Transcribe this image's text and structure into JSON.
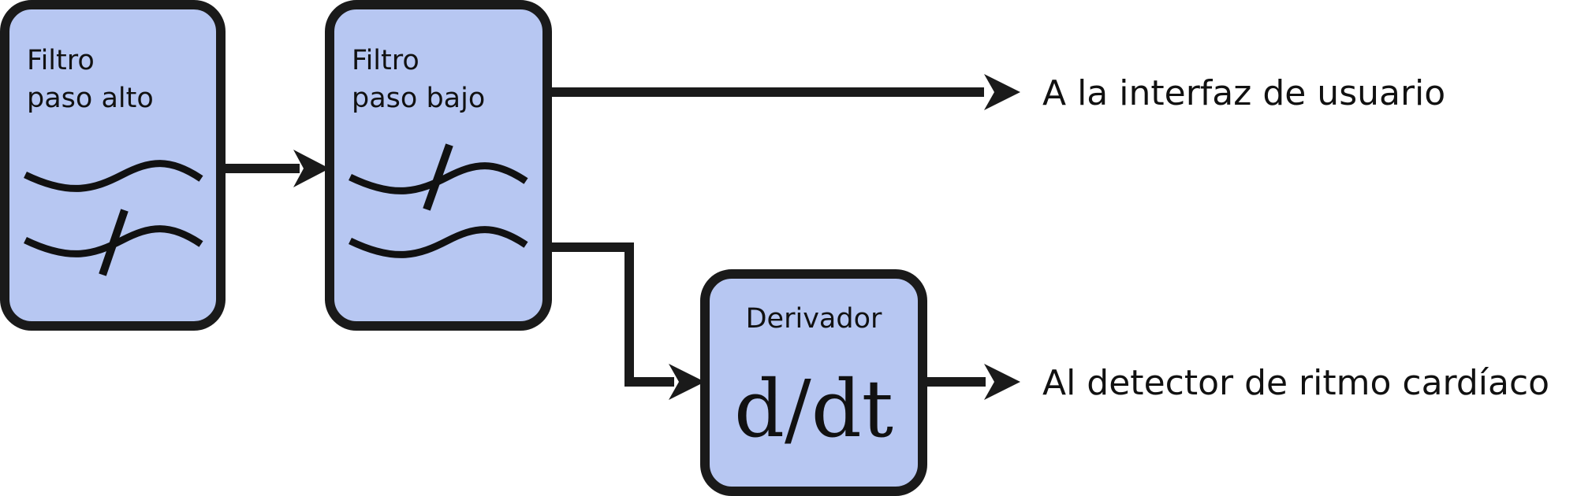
{
  "colors": {
    "box_fill": "#b7c7f2",
    "box_stroke": "#1a1a1a",
    "line": "#1a1a1a",
    "text": "#111111"
  },
  "blocks": {
    "highpass": {
      "line1": "Filtro",
      "line2": "paso alto",
      "icon": "highpass-filter-symbol"
    },
    "lowpass": {
      "line1": "Filtro",
      "line2": "paso bajo",
      "icon": "lowpass-filter-symbol"
    },
    "derivative": {
      "title": "Derivador",
      "formula": "d/dt"
    }
  },
  "outputs": {
    "ui": "A la interfaz de usuario",
    "heart": "Al detector de ritmo cardíaco"
  }
}
